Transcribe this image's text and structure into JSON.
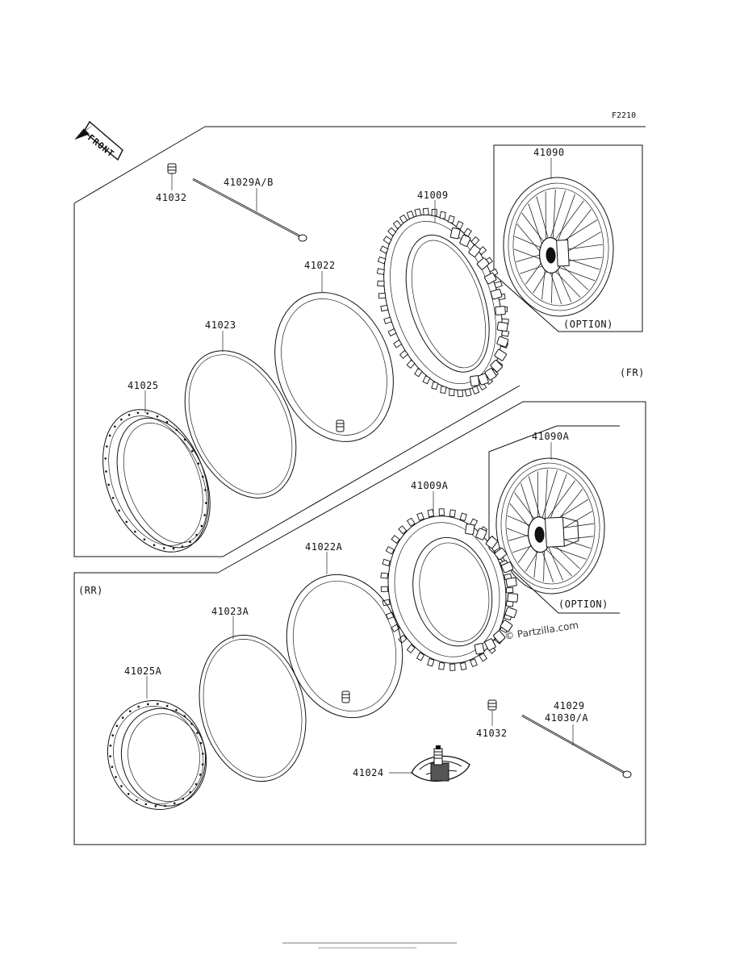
{
  "diagram_code": "F2210",
  "front_label": "FRONT",
  "sections": {
    "front": "(FR)",
    "rear": "(RR)"
  },
  "option_label": "(OPTION)",
  "watermark": "© Partzilla.com",
  "parts": {
    "front_wheel": "41090",
    "front_tire": "41009",
    "front_tube": "41022",
    "front_rim_band": "41023",
    "front_rim": "41025",
    "front_valve_cap": "41032",
    "front_spoke": "41029A/B",
    "rear_wheel": "41090A",
    "rear_tire": "41009A",
    "rear_tube": "41022A",
    "rear_rim_band": "41023A",
    "rear_rim": "41025A",
    "rear_valve_cap": "41032",
    "rear_spoke_a": "41029",
    "rear_spoke_b": "41030/A",
    "rim_lock": "41024"
  }
}
